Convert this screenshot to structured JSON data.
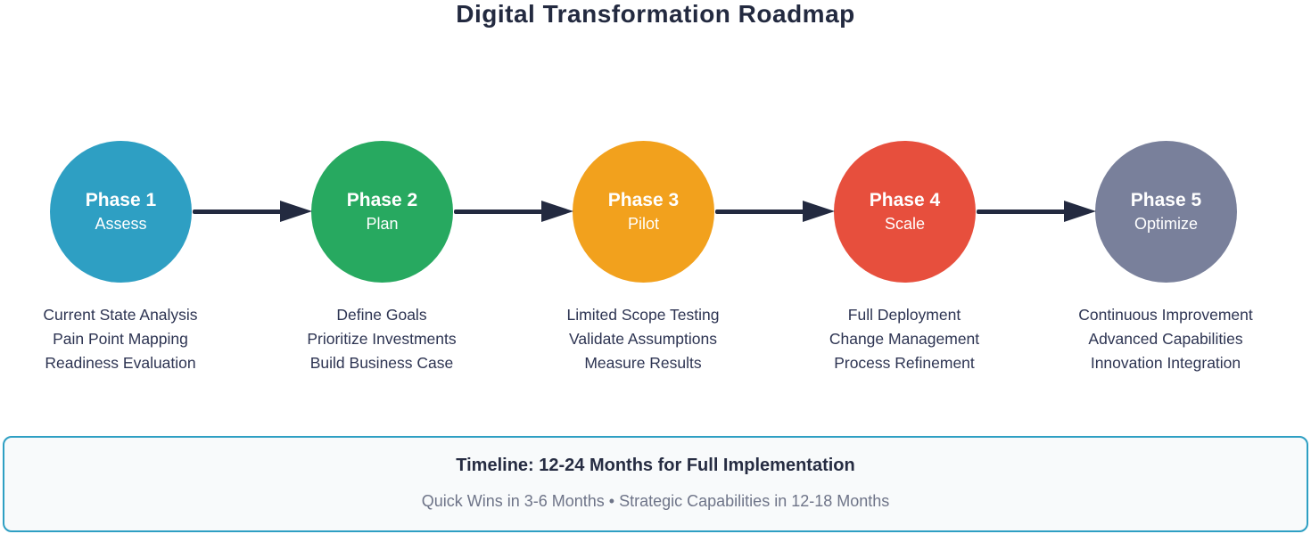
{
  "title": "Digital Transformation Roadmap",
  "colors": {
    "ink": "#232A40",
    "desc": "#2D3452",
    "accent": "#2E9FC3",
    "timeline_bg": "#F8FAFB",
    "muted": "#6E7488"
  },
  "phases": [
    {
      "label": "Phase 1",
      "name": "Assess",
      "color": "#2E9FC3",
      "items": [
        "Current State Analysis",
        "Pain Point Mapping",
        "Readiness Evaluation"
      ]
    },
    {
      "label": "Phase 2",
      "name": "Plan",
      "color": "#27A960",
      "items": [
        "Define Goals",
        "Prioritize Investments",
        "Build Business Case"
      ]
    },
    {
      "label": "Phase 3",
      "name": "Pilot",
      "color": "#F2A11D",
      "items": [
        "Limited Scope Testing",
        "Validate Assumptions",
        "Measure Results"
      ]
    },
    {
      "label": "Phase 4",
      "name": "Scale",
      "color": "#E74F3D",
      "items": [
        "Full Deployment",
        "Change Management",
        "Process Refinement"
      ]
    },
    {
      "label": "Phase 5",
      "name": "Optimize",
      "color": "#79809B",
      "items": [
        "Continuous Improvement",
        "Advanced Capabilities",
        "Innovation Integration"
      ]
    }
  ],
  "timeline": {
    "title": "Timeline: 12-24 Months for Full Implementation",
    "subtitle": "Quick Wins in 3-6 Months • Strategic Capabilities in 12-18 Months"
  }
}
